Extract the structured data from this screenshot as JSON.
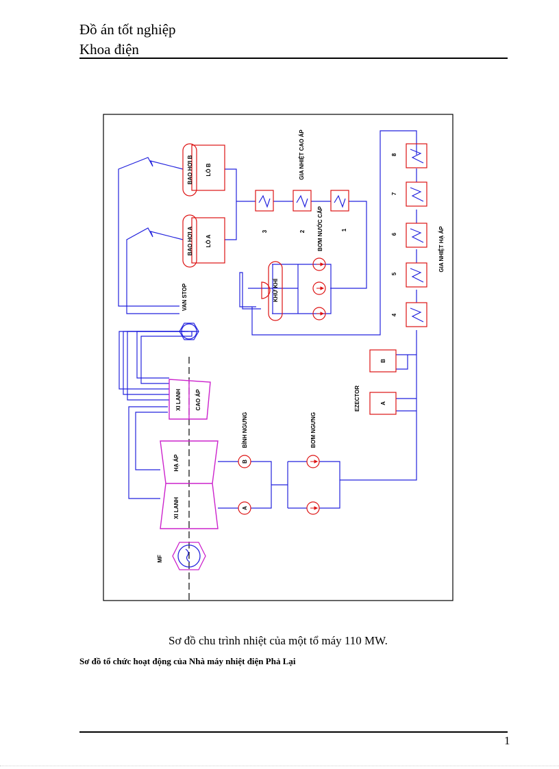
{
  "header": {
    "line1": "Đồ án tốt nghiệp",
    "line2": "Khoa điện"
  },
  "diagram": {
    "boiler_b": "BAO HƠI B",
    "boiler_a": "BAO HƠI A",
    "furnace_b": "LÒ B",
    "furnace_a": "LÒ A",
    "hp_heater_group": "GIA NHIỆT CAO ÁP",
    "hp_heater_3": "3",
    "hp_heater_2": "2",
    "hp_heater_1": "1",
    "feed_pump": "BƠM NƯỚC CẤP",
    "deaerator": "KHỬ KHÍ",
    "stop_valve": "VAN STOP",
    "hp_cylinder_1": "XI LANH",
    "hp_cylinder_2": "CAO ÁP",
    "lp_cylinder_1": "HẠ ÁP",
    "lp_cylinder_2": "XI LANH",
    "condenser": "BÌNH NGƯNG",
    "condenser_b": "B",
    "condenser_a": "A",
    "condensate_pump": "BƠM NGƯNG",
    "ejector": "EZECTOR",
    "ejector_b": "B",
    "ejector_a": "A",
    "lp_heater_group": "GIA NHIỆT HẠ ÁP",
    "lp_heater_8": "8",
    "lp_heater_7": "7",
    "lp_heater_6": "6",
    "lp_heater_5": "5",
    "lp_heater_4": "4",
    "generator": "MF"
  },
  "captions": {
    "title": "Sơ đồ chu trình nhiệt  của một tổ máy 110 MW.",
    "subtitle": "Sơ đồ tổ chức hoạt động của Nhà máy nhiệt điện Phả Lại"
  },
  "footer": {
    "page_number": "1"
  }
}
